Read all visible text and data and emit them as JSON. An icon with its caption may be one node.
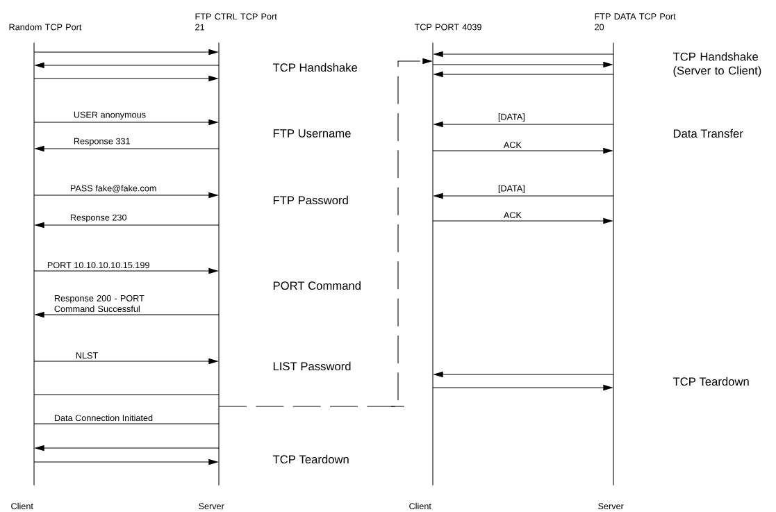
{
  "diagram": {
    "nodes": [
      {
        "text": [
          "Random TCP Port",
          "Client"
        ]
      },
      {
        "text": [
          "FTP CTRL TCP Port 21",
          "Server"
        ]
      },
      {
        "text": [
          "TCP PORT 4039",
          "Client"
        ]
      },
      {
        "text": [
          "FTP DATA TCP Port 20",
          "Server"
        ]
      }
    ],
    "edges": [
      {
        "from": 0,
        "to": 1,
        "arrow": "to"
      },
      {
        "from": 1,
        "to": 0,
        "arrow": "to"
      },
      {
        "from": 0,
        "to": 1,
        "arrow": "to"
      },
      {
        "from": 0,
        "to": 1,
        "arrow": "to",
        "label": "USER anonymous"
      },
      {
        "from": 1,
        "to": 0,
        "arrow": "to",
        "label": "Response 331"
      },
      {
        "from": 0,
        "to": 1,
        "arrow": "to",
        "label": "PASS fake@fake.com"
      },
      {
        "from": 1,
        "to": 0,
        "arrow": "to",
        "label": "Response 230"
      },
      {
        "from": 0,
        "to": 1,
        "arrow": "to",
        "label": "PORT 10.10.10.10.15.199"
      },
      {
        "from": 1,
        "to": 0,
        "arrow": "to",
        "label": "Response 200 - PORT Command Successful"
      },
      {
        "from": 0,
        "to": 1,
        "arrow": "to",
        "label": "NLST"
      },
      {
        "from": 0,
        "to": 1,
        "arrow": "none"
      },
      {
        "from": 0,
        "to": 1,
        "arrow": "none",
        "label": "Data Connection Initiated"
      },
      {
        "from": 1,
        "to": 0,
        "arrow": "to"
      },
      {
        "from": 0,
        "to": 1,
        "arrow": "to"
      },
      {
        "from": 1,
        "to": 2,
        "arrow": "to",
        "style": "dashed"
      },
      {
        "from": 3,
        "to": 2,
        "arrow": "to"
      },
      {
        "from": 2,
        "to": 3,
        "arrow": "to"
      },
      {
        "from": 3,
        "to": 2,
        "arrow": "to"
      },
      {
        "from": 3,
        "to": 2,
        "arrow": "to",
        "label": "[DATA]"
      },
      {
        "from": 2,
        "to": 3,
        "arrow": "to",
        "label": "ACK"
      },
      {
        "from": 3,
        "to": 2,
        "arrow": "to",
        "label": "[DATA]"
      },
      {
        "from": 2,
        "to": 3,
        "arrow": "to",
        "label": "ACK"
      },
      {
        "from": 3,
        "to": 2,
        "arrow": "to"
      },
      {
        "from": 2,
        "to": 3,
        "arrow": "to"
      }
    ],
    "labels": [
      "TCP Handshake",
      "FTP Username",
      "FTP Password",
      "PORT Command",
      "LIST Password",
      "TCP Teardown",
      "TCP Handshake (Server to Client)",
      "Data Transfer",
      "TCP Teardown"
    ]
  }
}
